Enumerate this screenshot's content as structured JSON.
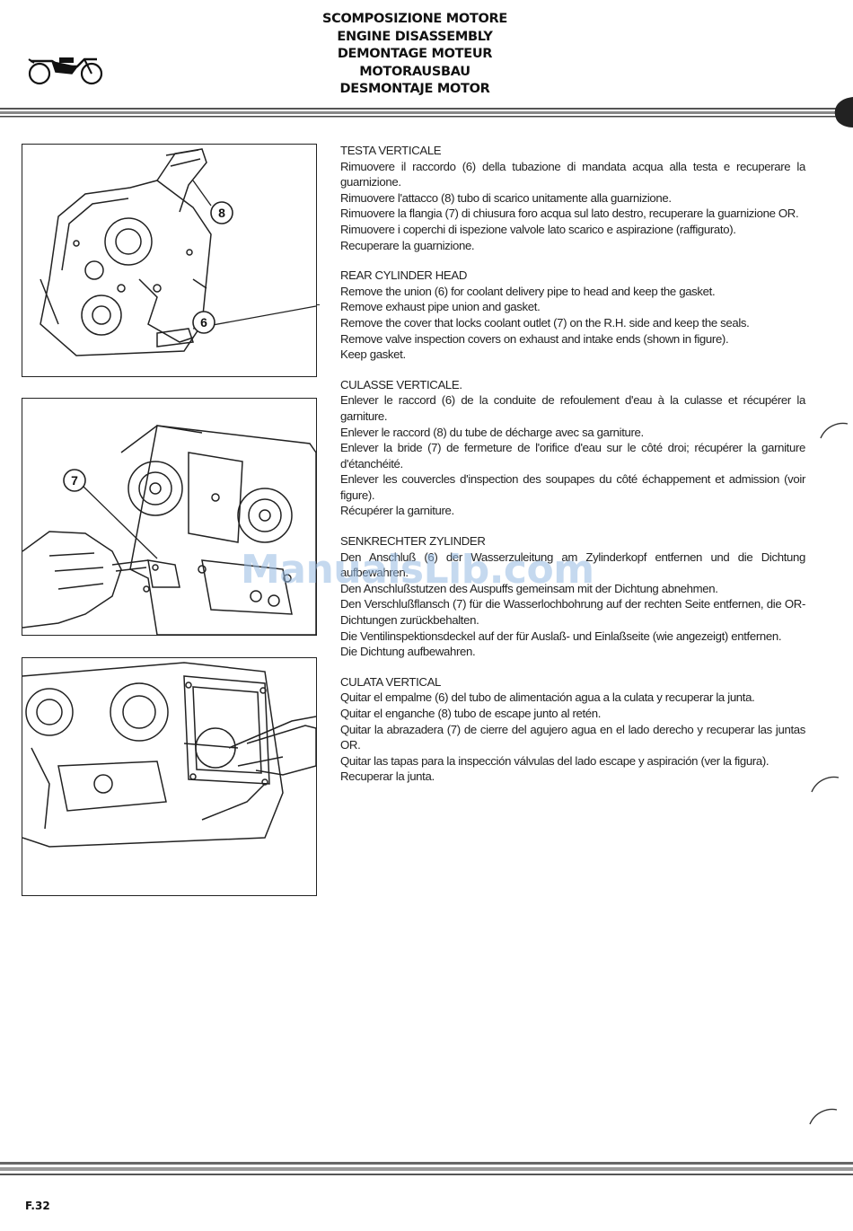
{
  "header": {
    "titles": [
      "SCOMPOSIZIONE MOTORE",
      "ENGINE DISASSEMBLY",
      "DEMONTAGE MOTEUR",
      "MOTORAUSBAU",
      "DESMONTAJE MOTOR"
    ],
    "logo_icon": "motorcycle-icon"
  },
  "figures": [
    {
      "callouts": [
        "8",
        "6"
      ]
    },
    {
      "callouts": [
        "7"
      ]
    },
    {
      "callouts": []
    }
  ],
  "sections": [
    {
      "title": "TESTA VERTICALE",
      "paragraphs": [
        "Rimuovere il raccordo (6) della tubazione di mandata acqua alla testa e recuperare la guarnizione.",
        "Rimuovere l'attacco (8) tubo di scarico unitamente alla guarnizione.",
        "Rimuovere la flangia (7) di chiusura foro acqua sul lato destro, recuperare la guarnizione OR.",
        "Rimuovere i coperchi di ispezione valvole lato scarico e aspirazione (raffigurato).",
        "Recuperare la guarnizione."
      ]
    },
    {
      "title": "REAR CYLINDER HEAD",
      "paragraphs": [
        "Remove the union (6) for coolant delivery pipe to head and keep the gasket.",
        "Remove exhaust pipe union and gasket.",
        "Remove the cover that locks coolant outlet (7) on the R.H. side and keep the seals.",
        "Remove valve inspection covers on exhaust and intake ends (shown in figure).",
        "Keep gasket."
      ]
    },
    {
      "title": "CULASSE VERTICALE.",
      "paragraphs": [
        "Enlever le raccord (6) de la conduite de refoulement d'eau à la culasse et récupérer la garniture.",
        "Enlever le raccord (8) du tube de décharge avec sa garniture.",
        "Enlever la bride (7) de fermeture de l'orifice d'eau sur le côté droi; récupérer la garniture d'étanchéité.",
        "Enlever les couvercles d'inspection des soupapes du côté échappement et admission (voir figure).",
        "Récupérer la garniture."
      ]
    },
    {
      "title": "SENKRECHTER ZYLINDER",
      "paragraphs": [
        "Den Anschluß (6) der Wasserzuleitung am Zylinderkopf entfernen und die Dichtung aufbewahren.",
        "Den Anschlußstutzen des Auspuffs gemeinsam mit der Dichtung abnehmen.",
        "Den Verschlußflansch (7) für die Wasserlochbohrung auf der rechten Seite entfernen, die OR-Dichtungen zurückbehalten.",
        "Die Ventilinspektionsdeckel auf der für Auslaß- und Einlaßseite (wie angezeigt) entfernen.",
        "Die Dichtung aufbewahren."
      ]
    },
    {
      "title": "CULATA VERTICAL",
      "paragraphs": [
        "Quitar el empalme (6) del tubo de alimentación agua a la culata y recuperar la junta.",
        "Quitar el enganche (8) tubo de escape junto al retén.",
        "Quitar la abrazadera (7) de cierre del agujero agua en el lado derecho y recuperar las juntas OR.",
        "Quitar las tapas para la inspección válvulas del lado escape y aspiración (ver la figura).",
        "Recuperar la junta."
      ]
    }
  ],
  "watermark": "ManualsLib.com",
  "footer": {
    "page_number": "F.32"
  }
}
